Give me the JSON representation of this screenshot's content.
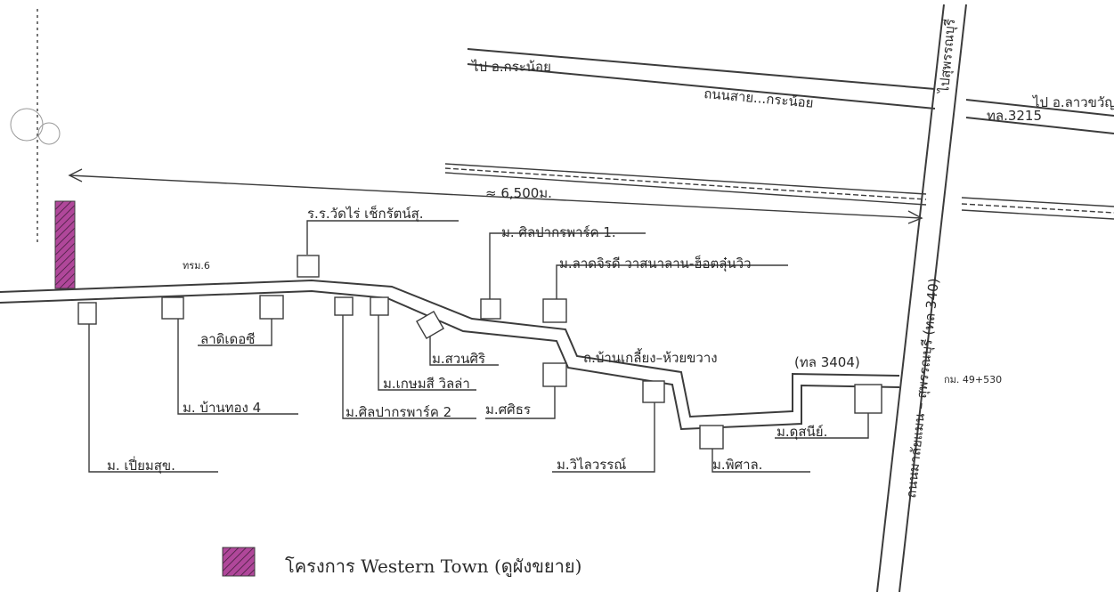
{
  "colors": {
    "project": "#b0479a",
    "ink": "#3c3c3c",
    "paper": "#ffffff"
  },
  "roads": {
    "top_left_tag": "ไป อ.กระน้อย",
    "top_road": "ถนนสาย...กระน้อย",
    "top_right_tag": "ไป อ.ลาวขวัญ",
    "top_right_code": "ทล.3215",
    "vertical_top": "ไปสุพรรณบุรี",
    "vertical_main": "ถนนมาลัยแมน – สุพรรณบุรี (ทล 340)",
    "km_marker": "กม. 49+530",
    "local_road": "ถ.บ้านเกลี้ยง–ห้วยขวาง",
    "small_road_mark": "ทรม.6",
    "bottom_right_road": "(ทล 3404)"
  },
  "distance_label": "≈ 6,500ม.",
  "places": {
    "wat_top": "ร.ร.วัดไร่ เช็กรัตน์สุ.",
    "silpakorn": "ม. ศิลปากรพาร์ค 1.",
    "vill_right": "ม.ลาดจิรดี วาสนาลาน-ฮ็อตลุ๋นวิว",
    "rest_left": "ลาดิเดอซี",
    "suan_sri": "ม.สวนศิริ",
    "kasem": "ม.เกษมสี วิลล่า",
    "silapakorn2": "ม.ศิลปากรพาร์ค 2",
    "sasi": "ม.ศศิธร",
    "wongthong": "ม. บ้านทอง 4",
    "pinbaan": "ม. เปี่ยมสุข.",
    "virat": "ม.วิไลวรรณ์",
    "pisak": "ม.พิศาล.",
    "dusanee": "ม.ดุสนีย์."
  },
  "legend": {
    "label": "โครงการ Western Town (ดูผังขยาย)"
  }
}
